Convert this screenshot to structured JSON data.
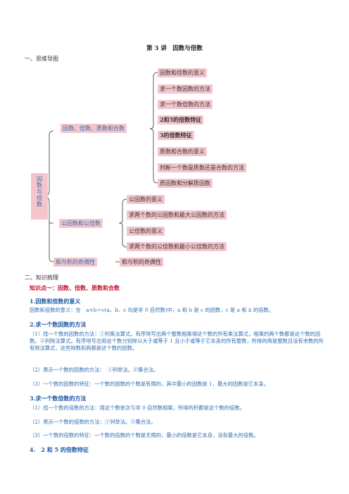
{
  "title": "第 3 讲　因数与倍数",
  "sec1": "一、思维导图",
  "mindmap": {
    "root": [
      "因",
      "数",
      "与",
      "倍",
      "数"
    ],
    "branch1": "因数、倍数、质数和合数",
    "branch1_items": [
      "因数和倍数的意义",
      "求一个数因数的方法",
      "求一个数倍数的方法",
      "2和5的倍数特征",
      "3的倍数特征",
      "质数和合数的意义",
      "判断一个数是质数还是合数的方法",
      "质因数和分解质因数"
    ],
    "branch2": "公因数和公倍数",
    "branch2_items": [
      "公因数的意义",
      "求两个数的公因数和最大公因数的方法",
      "公倍数的意义",
      "求两个数的公倍数和最小公倍数的方法"
    ],
    "branch3": "和与积的奇偶性",
    "branch3_item": "和与积的奇偶性"
  },
  "sec2": "二、知识梳理",
  "kp1": "知识点一：因数、倍数、质数和合数",
  "h1": "1.因数和倍数的意义",
  "p1": "因数和倍数的意义：在　a×b＝c(a、b、c 均是非 0 自然数)中，a 和 b 是 c 的因数，c 是 a 和 b 的倍数。",
  "h2": "2.求一个数因数的方法",
  "p2": "（1）找一个数的因数的方法：①列乘法算式。有序地写出两个整数相乘得这个数的所有乘法算式，相乘的两个数都是这个数的因数。②列除法算式。有序地写出用这个数分别除以大于或等于 1 且小于或等于它本身的所有整数，所得的商是整数且没有余数的所有除法算式，这些除数和商都是这个数的因数。",
  "p3": "（2）表示一个数的因数的方法：　①列举法。②集合法。",
  "p4": "（3）一个数的因数的特征：一个数的因数的个数是有限的，其中最小的因数是 1，最大的因数是它本身。",
  "h3": "3.求一个数倍数的方法",
  "p5": "（1）找一个数的倍数的方法：用这个数依次与非 0 自然数相乘，所得的积都是这个数的倍数。",
  "p6": "（2）表示一个数的倍数的方法：①列举法。②集合法。",
  "p7": "（3）一个数的倍数的特征：一个数的倍数的个数是无限的，最小的倍数是它本身，没有最大的倍数。",
  "h4": "4.　2 和 5 的倍数特征",
  "colors": {
    "pink": "#f4c6cc",
    "blue": "#2f6fb0",
    "red": "#c8102e"
  }
}
